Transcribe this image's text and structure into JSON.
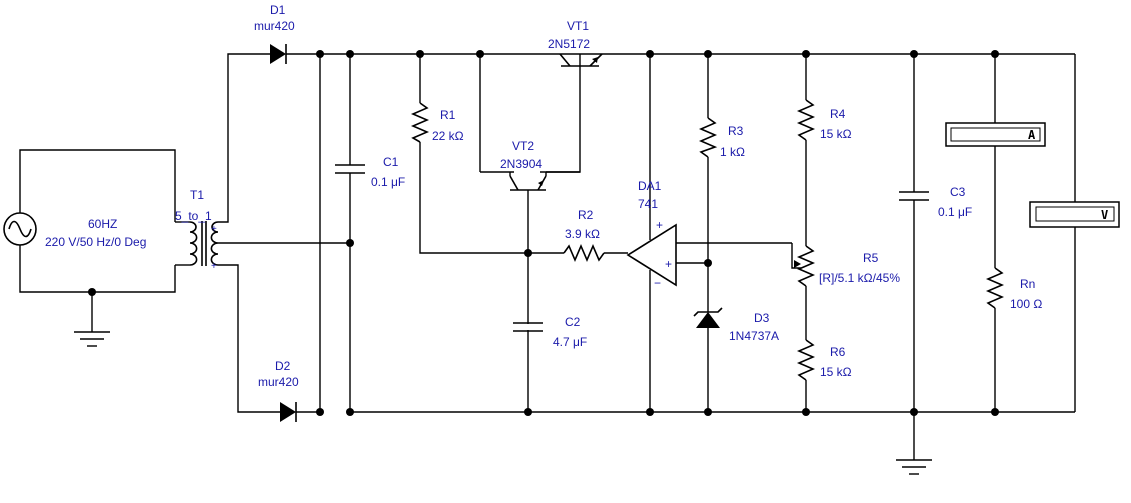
{
  "source": {
    "name": "60HZ",
    "spec": "220 V/50 Hz/0 Deg"
  },
  "transformer": {
    "name": "T1",
    "ratio": "5_to_1"
  },
  "diodes": [
    {
      "name": "D1",
      "part": "mur420"
    },
    {
      "name": "D2",
      "part": "mur420"
    }
  ],
  "capacitors": [
    {
      "name": "C1",
      "value": "0.1 μF"
    },
    {
      "name": "C2",
      "value": "4.7 μF"
    },
    {
      "name": "C3",
      "value": "0.1 μF"
    }
  ],
  "resistors": [
    {
      "name": "R1",
      "value": "22 kΩ"
    },
    {
      "name": "R2",
      "value": "3.9 kΩ"
    },
    {
      "name": "R3",
      "value": "1 kΩ"
    },
    {
      "name": "R4",
      "value": "15 kΩ"
    },
    {
      "name": "R6",
      "value": "15 kΩ"
    },
    {
      "name": "Rn",
      "value": "100 Ω"
    }
  ],
  "potentiometer": {
    "name": "R5",
    "value": "[R]/5.1 kΩ/45%"
  },
  "transistors": [
    {
      "name": "VT1",
      "part": "2N5172"
    },
    {
      "name": "VT2",
      "part": "2N3904"
    }
  ],
  "opamp": {
    "name": "DA1",
    "part": "741",
    "plus": "+",
    "minus": "−"
  },
  "zener": {
    "name": "D3",
    "part": "1N4737A"
  },
  "meters": {
    "ammeter": "A",
    "voltmeter": "V"
  }
}
